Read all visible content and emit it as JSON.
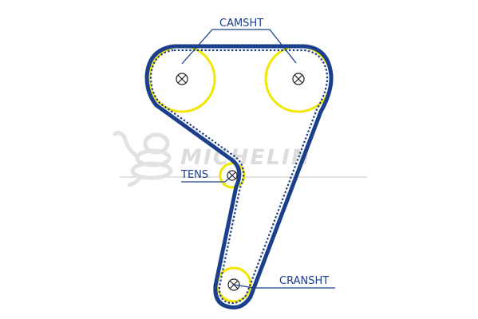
{
  "watermark": {
    "text": "MICHELIN",
    "color": "#dcdcdc"
  },
  "colors": {
    "belt": "#1b3f8c",
    "pulley": "#f2e600",
    "text": "#1b3f8c",
    "center": "#222222"
  },
  "labels": {
    "camshaft": "CAMSHT",
    "tensioner": "TENS",
    "crankshaft": "CRANSHT"
  },
  "icons": {
    "pulley_center": "cross-circle-icon"
  }
}
